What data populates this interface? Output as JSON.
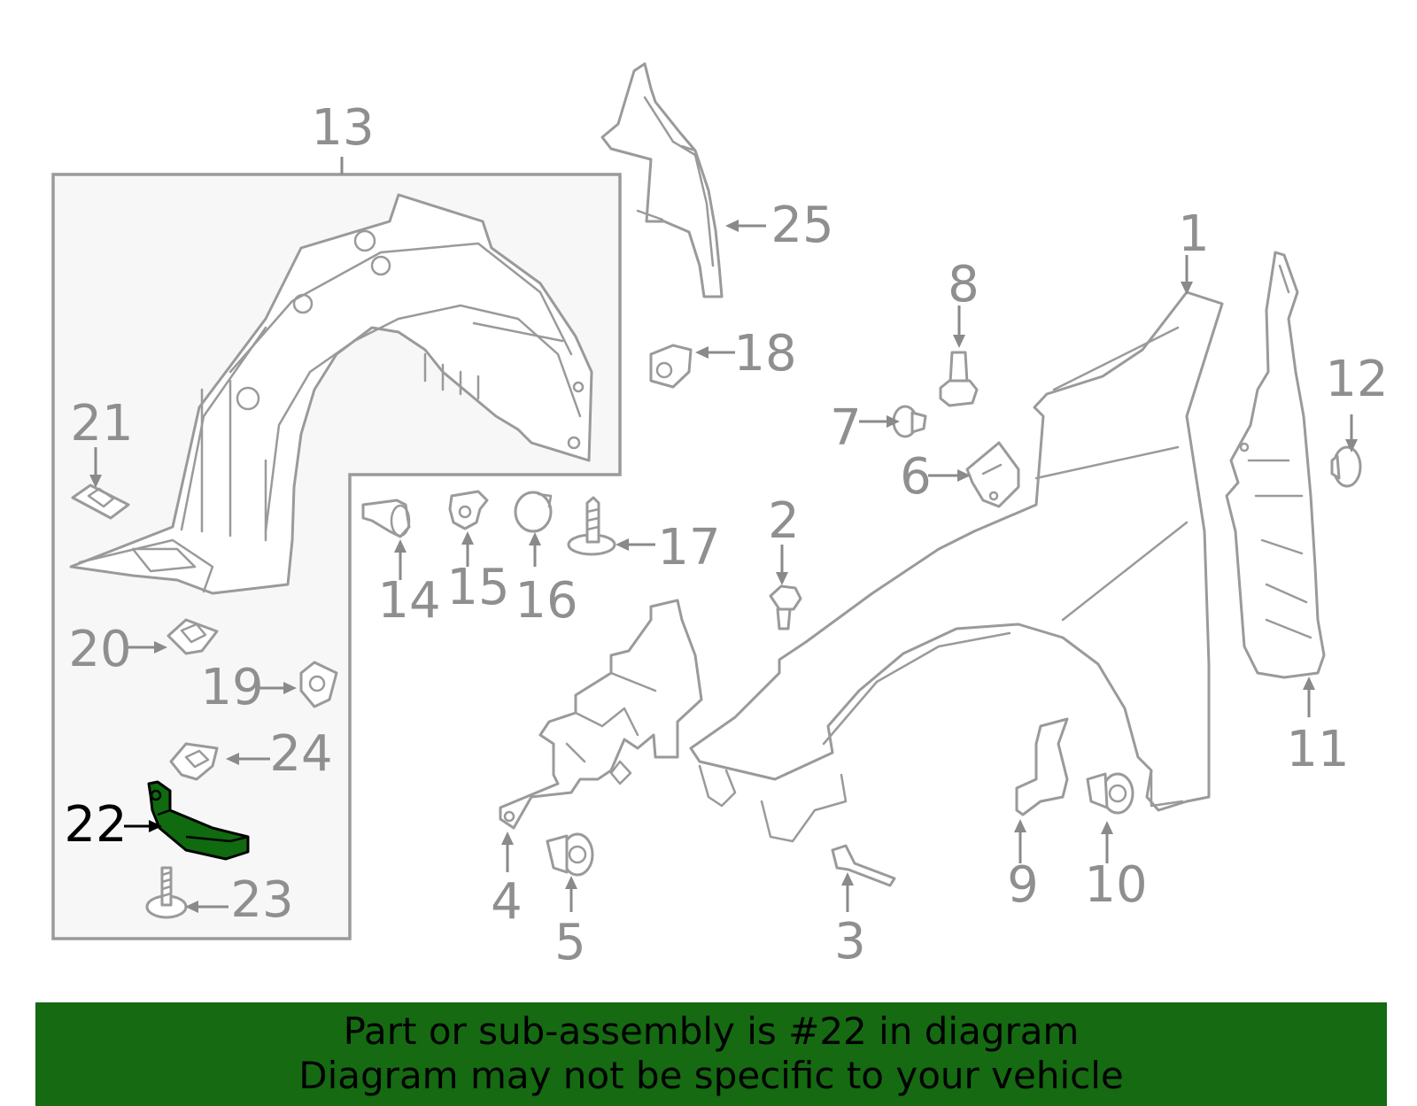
{
  "callouts": {
    "c1": "1",
    "c2": "2",
    "c3": "3",
    "c4": "4",
    "c5": "5",
    "c6": "6",
    "c7": "7",
    "c8": "8",
    "c9": "9",
    "c10": "10",
    "c11": "11",
    "c12": "12",
    "c13": "13",
    "c14": "14",
    "c15": "15",
    "c16": "16",
    "c17": "17",
    "c18": "18",
    "c19": "19",
    "c20": "20",
    "c21": "21",
    "c22": "22",
    "c23": "23",
    "c24": "24",
    "c25": "25"
  },
  "highlighted_part": "22",
  "colors": {
    "highlight_fill": "#0f6a10",
    "banner_background": "#156a12",
    "line_gray": "#9a9a9a"
  },
  "banner": {
    "line1": "Part or sub-assembly is #22 in diagram",
    "line2": "Diagram may not be specific to your vehicle"
  }
}
